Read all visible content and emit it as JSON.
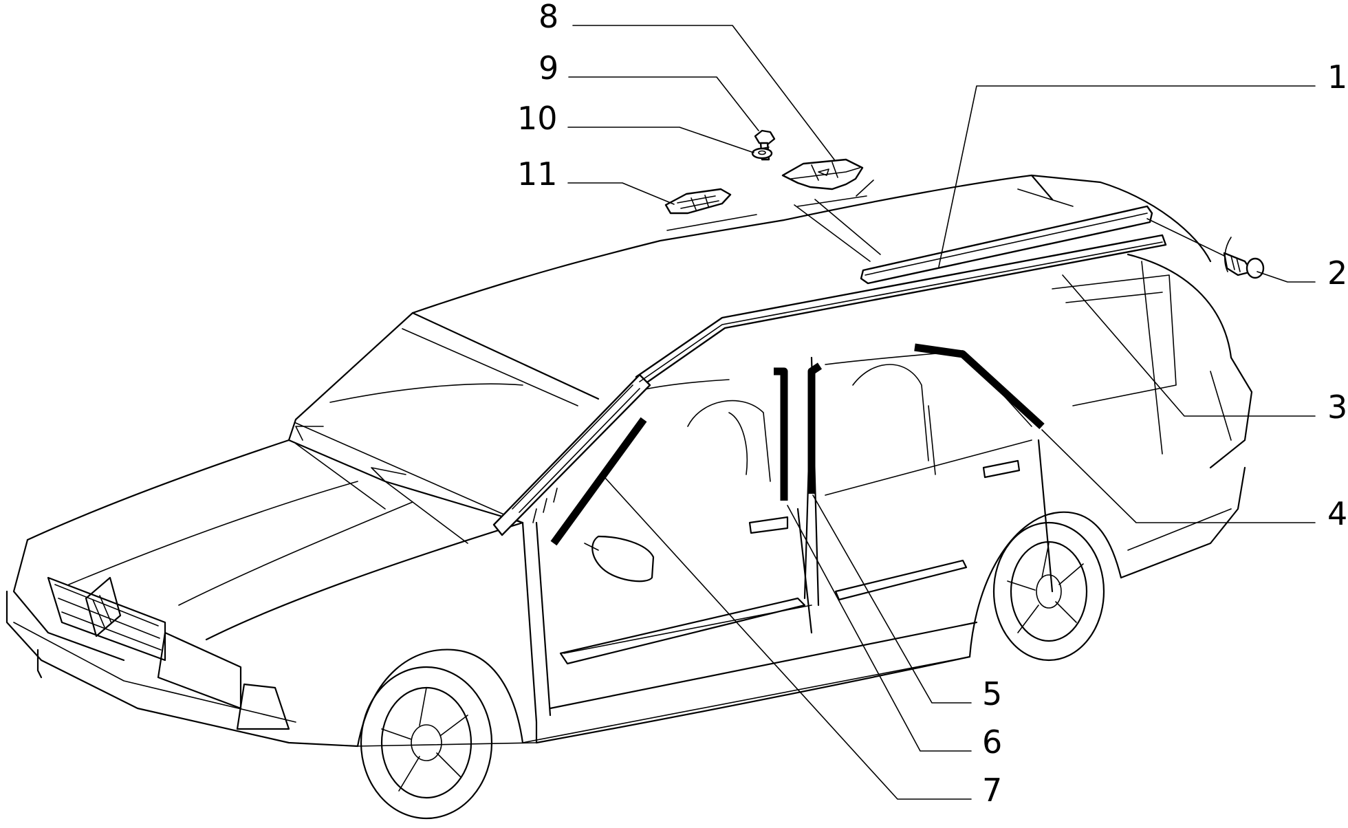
{
  "diagram": {
    "callouts": [
      {
        "id": "1",
        "label": "1"
      },
      {
        "id": "2",
        "label": "2"
      },
      {
        "id": "3",
        "label": "3"
      },
      {
        "id": "4",
        "label": "4"
      },
      {
        "id": "5",
        "label": "5"
      },
      {
        "id": "6",
        "label": "6"
      },
      {
        "id": "7",
        "label": "7"
      },
      {
        "id": "8",
        "label": "8"
      },
      {
        "id": "9",
        "label": "9"
      },
      {
        "id": "10",
        "label": "10"
      },
      {
        "id": "11",
        "label": "11"
      }
    ],
    "colors": {
      "ink": "#000000",
      "paper": "#ffffff"
    }
  }
}
